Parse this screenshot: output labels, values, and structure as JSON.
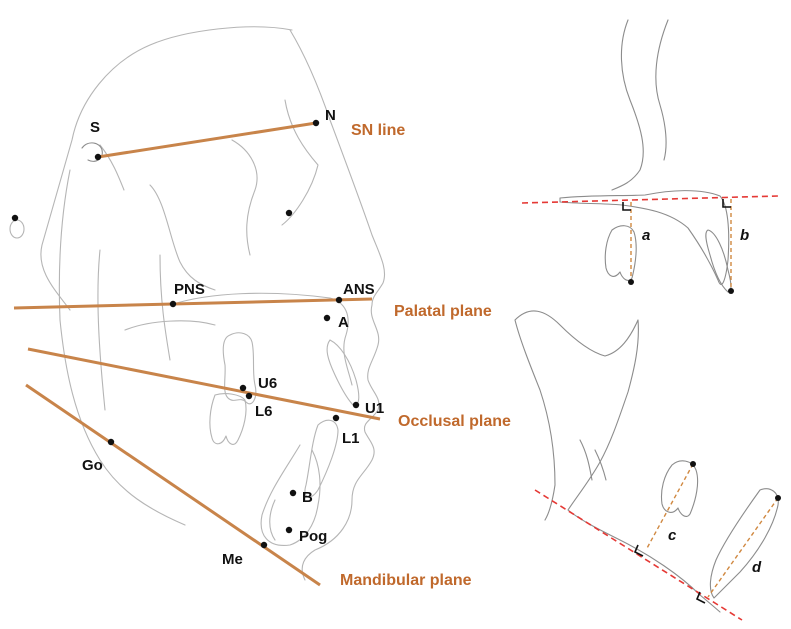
{
  "colors": {
    "plane_line": "#c8844a",
    "plane_label": "#c0692c",
    "reference_line": "#e53935",
    "landmark": "#111111",
    "tracing": "#b5b5b5"
  },
  "landmarks": {
    "s": "S",
    "n": "N",
    "pns": "PNS",
    "ans": "ANS",
    "a": "A",
    "u6": "U6",
    "l6": "L6",
    "u1": "U1",
    "l1": "L1",
    "go": "Go",
    "b": "B",
    "pog": "Pog",
    "me": "Me"
  },
  "planes": {
    "sn": "SN line",
    "palatal": "Palatal  plane",
    "occlusal": "Occlusal plane",
    "mandibular": "Mandibular plane"
  },
  "measurements": {
    "a": "a",
    "b": "b",
    "c": "c",
    "d": "d"
  }
}
